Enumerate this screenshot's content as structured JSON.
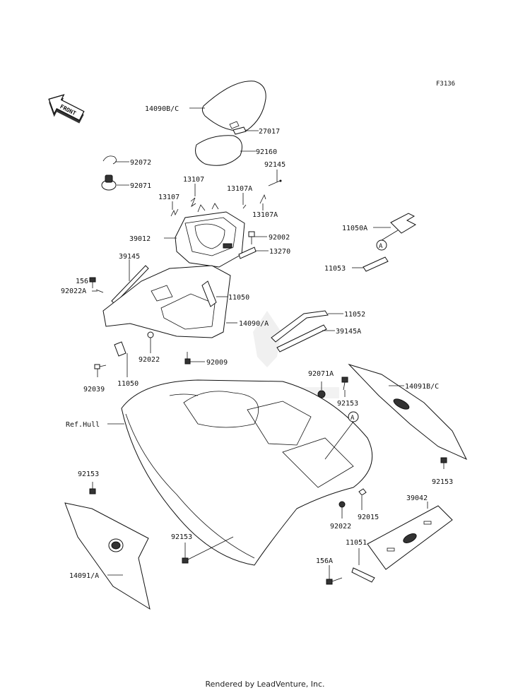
{
  "figure_code": "F3136",
  "front_arrow_text": "FRONT",
  "footer": "Rendered by LeadVenture, Inc.",
  "callout_letter": "A",
  "labels": {
    "l14090bc": "14090B/C",
    "l27017": "27017",
    "l92072": "92072",
    "l92160": "92160",
    "l92145": "92145",
    "l92071": "92071",
    "l13107a": "13107",
    "l13107b": "13107",
    "l13107A1": "13107A",
    "l13107A2": "13107A",
    "l11050A": "11050A",
    "l39012": "39012",
    "l92002": "92002",
    "l13270": "13270",
    "l11053": "11053",
    "l39145": "39145",
    "l156": "156",
    "l92022A": "92022A",
    "l11050a": "11050",
    "l14090A": "14090/A",
    "l11052": "11052",
    "l39145A": "39145A",
    "l92022a": "92022",
    "l92009": "92009",
    "l92039": "92039",
    "l11050b": "11050",
    "l92071A": "92071A",
    "l92153a": "92153",
    "l14091bc": "14091B/C",
    "lRefHull": "Ref.Hull",
    "l92153b": "92153",
    "l92153c": "92153",
    "l39042": "39042",
    "l92015": "92015",
    "l92022b": "92022",
    "l92153d": "92153",
    "l11051": "11051",
    "l156A": "156A",
    "l14091A": "14091/A"
  }
}
